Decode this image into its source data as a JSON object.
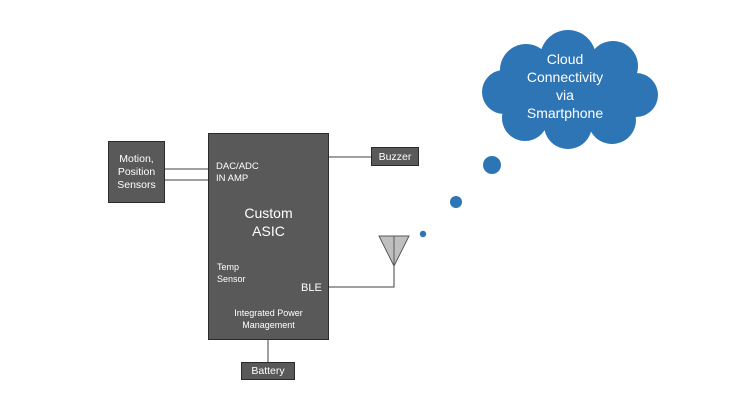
{
  "diagram": {
    "asic": {
      "title": "Custom\nASIC",
      "dac_adc_label": "DAC/ADC\nIN AMP",
      "temp_sensor_label": "Temp\nSensor",
      "ble_label": "BLE",
      "power_label": "Integrated Power\nManagement"
    },
    "motion_sensors_label": "Motion,\nPosition\nSensors",
    "buzzer_label": "Buzzer",
    "battery_label": "Battery",
    "cloud_label": "Cloud\nConnectivity\nvia\nSmartphone"
  },
  "colors": {
    "block_fill": "#595959",
    "block_border": "#2b2b2b",
    "cloud_fill": "#2e75b6",
    "cloud_stroke": "#1f4e79",
    "wire": "#404040",
    "antenna_fill": "#bfbfbf"
  }
}
